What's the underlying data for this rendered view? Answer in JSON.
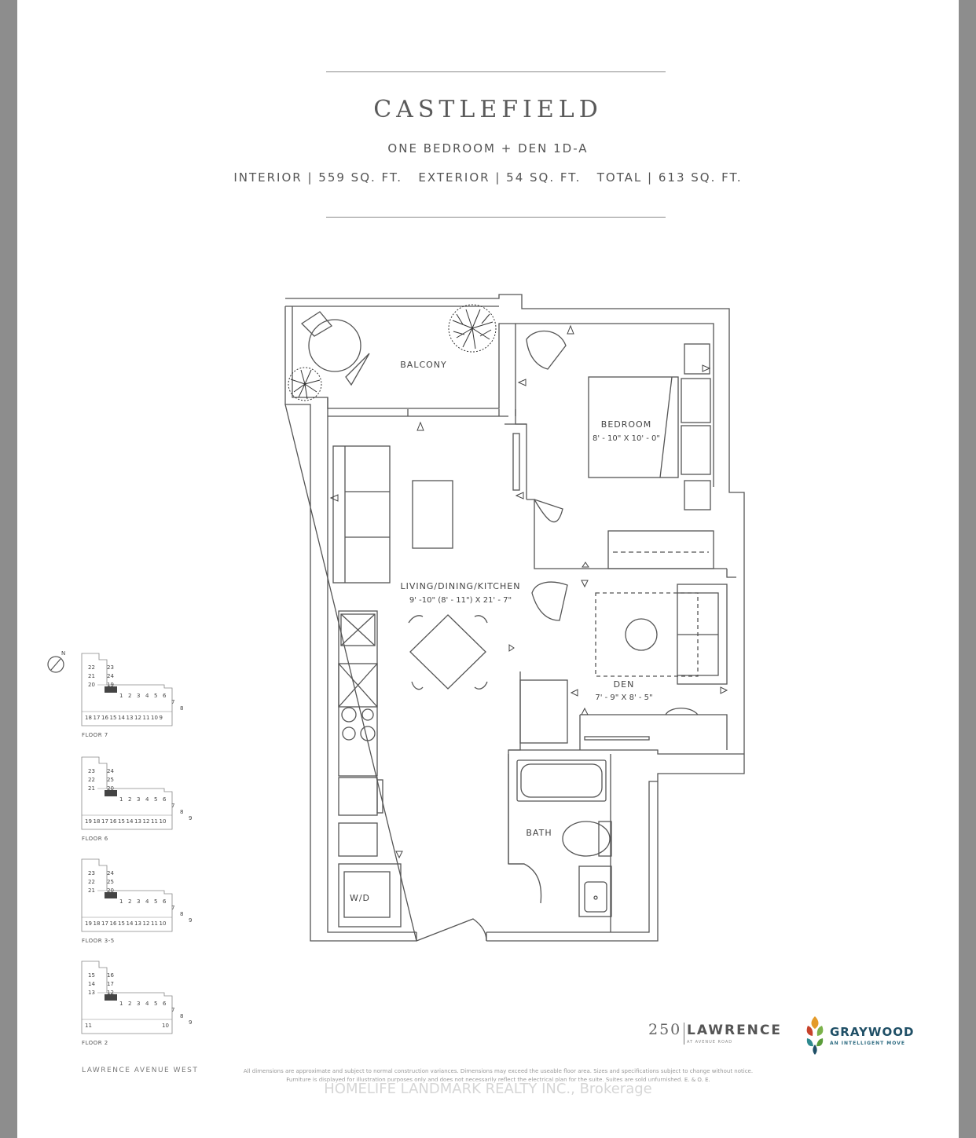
{
  "header": {
    "title": "CASTLEFIELD",
    "subtitle": "ONE BEDROOM + DEN 1D-A",
    "areas": "INTERIOR | 559 SQ. FT.   EXTERIOR | 54 SQ. FT.   TOTAL | 613 SQ. FT."
  },
  "rooms": {
    "balcony": "BALCONY",
    "bedroom": "BEDROOM",
    "bedroom_dim": "8' - 10\" X 10' - 0\"",
    "living": "LIVING/DINING/KITCHEN",
    "living_dim": "9' -10\" (8' - 11\") X 21' - 7\"",
    "den": "DEN",
    "den_dim": "7' - 9\" X 8' - 5\"",
    "bath": "BATH",
    "wd": "W/D"
  },
  "keyplans": {
    "compass": "N",
    "floor7": {
      "caption": "FLOOR 7",
      "tower": [
        "22",
        "23",
        "21",
        "24",
        "20",
        "19"
      ],
      "row": [
        "1",
        "2",
        "3",
        "4",
        "5",
        "6",
        "7",
        "8"
      ],
      "bottom": [
        "18",
        "17",
        "16",
        "15",
        "14",
        "13",
        "12",
        "11",
        "10",
        "9"
      ]
    },
    "floor6": {
      "caption": "FLOOR 6",
      "tower": [
        "23",
        "24",
        "22",
        "25",
        "21",
        "20"
      ],
      "row": [
        "1",
        "2",
        "3",
        "4",
        "5",
        "6",
        "7",
        "8",
        "9"
      ],
      "bottom": [
        "19",
        "18",
        "17",
        "16",
        "15",
        "14",
        "13",
        "12",
        "11",
        "10"
      ]
    },
    "floor35": {
      "caption": "FLOOR 3-5",
      "tower": [
        "23",
        "24",
        "22",
        "25",
        "21",
        "20"
      ],
      "row": [
        "1",
        "2",
        "3",
        "4",
        "5",
        "6",
        "7",
        "8",
        "9"
      ],
      "bottom": [
        "19",
        "18",
        "17",
        "16",
        "15",
        "14",
        "13",
        "12",
        "11",
        "10"
      ]
    },
    "floor2": {
      "caption": "FLOOR 2",
      "tower": [
        "15",
        "16",
        "14",
        "17",
        "13",
        "12"
      ],
      "row": [
        "1",
        "2",
        "3",
        "4",
        "5",
        "6",
        "7",
        "8",
        "9"
      ],
      "bottom": [
        "11",
        "10"
      ]
    }
  },
  "footer": {
    "street": "LAWRENCE AVENUE WEST",
    "disclaimer": "All dimensions are approximate and subject to normal construction variances. Dimensions may exceed the useable floor area. Sizes and specifications subject to change without notice. Furniture is displayed for illustration purposes only and does not necessarily reflect the electrical plan for the suite. Suites are sold unfurnished. E. & O. E.",
    "watermark": "HOMELIFE LANDMARK REALTY INC., Brokerage"
  },
  "brand": {
    "number": "250",
    "name": "LAWRENCE",
    "sub": "AT AVENUE ROAD",
    "developer": "GRAYWOOD",
    "developer_tag": "AN INTELLIGENT MOVE"
  }
}
